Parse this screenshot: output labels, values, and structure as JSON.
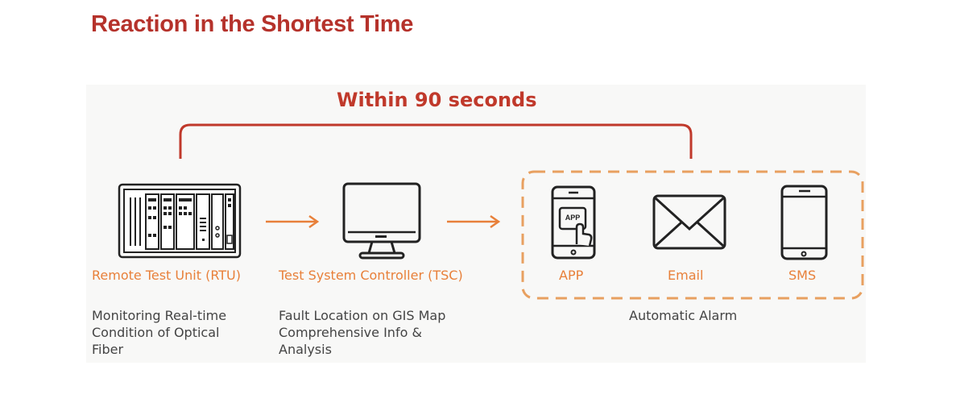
{
  "title": "Reaction in the Shortest Time",
  "time_label": "Within 90 seconds",
  "nodes": {
    "rtu": {
      "label": "Remote Test Unit (RTU)",
      "desc": [
        "Monitoring Real-time",
        "Condition of Optical",
        "Fiber"
      ]
    },
    "tsc": {
      "label": "Test System Controller (TSC)",
      "desc": [
        "Fault Location on GIS Map",
        "Comprehensive Info &",
        "Analysis"
      ]
    },
    "alarm": {
      "desc": "Automatic Alarm",
      "channels": [
        {
          "label": "APP",
          "icon": "smartphone-app-touch-icon",
          "badge": "APP"
        },
        {
          "label": "Email",
          "icon": "envelope-icon"
        },
        {
          "label": "SMS",
          "icon": "smartphone-icon"
        }
      ]
    }
  },
  "colors": {
    "title": "#b5322b",
    "bracket": "#c0392b",
    "accent": "#e8803a",
    "text": "#444444",
    "icon": "#222222"
  }
}
